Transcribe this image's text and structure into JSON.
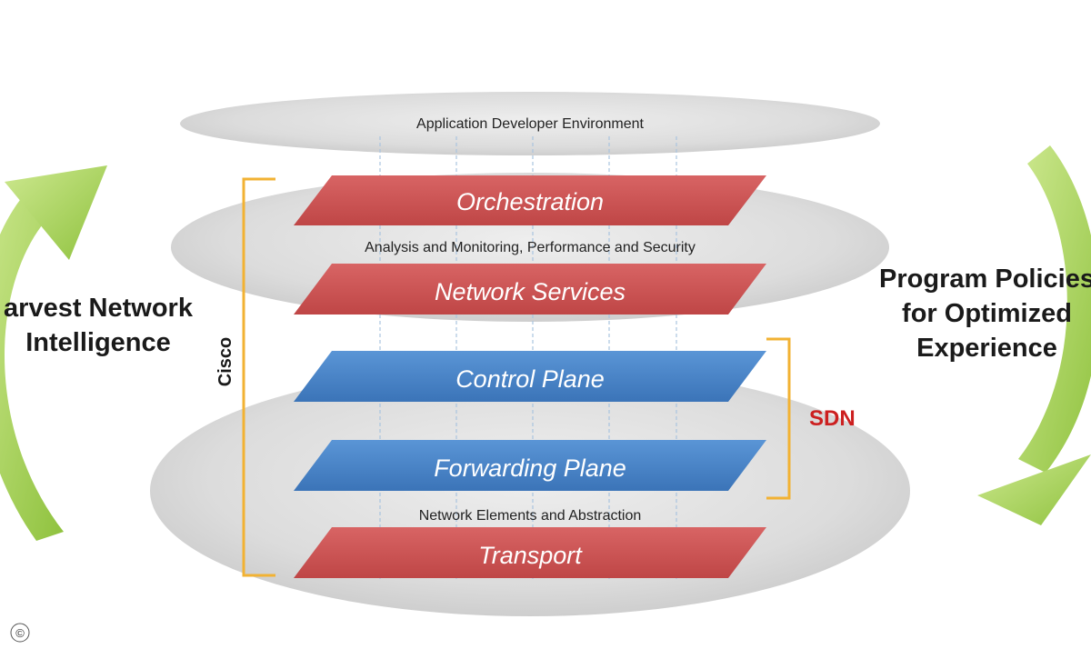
{
  "layers": {
    "app_env": "Application Developer Environment",
    "analysis": "Analysis and Monitoring, Performance and Security",
    "net_elements": "Network Elements and Abstraction",
    "orchestration": "Orchestration",
    "network_services": "Network Services",
    "control_plane": "Control Plane",
    "forwarding_plane": "Forwarding Plane",
    "transport": "Transport"
  },
  "brackets": {
    "cisco": "Cisco",
    "sdn": "SDN"
  },
  "left": {
    "line1": "arvest Network",
    "line2": "Intelligence"
  },
  "right": {
    "line1": "Program Policies",
    "line2": "for Optimized",
    "line3": "Experience"
  },
  "copyright": "©",
  "colors": {
    "red_layer": "#cf5656",
    "blue_layer": "#4a86c8",
    "ellipse": "#e0e0e0",
    "bracket": "#f2b233",
    "sdn_text": "#cc1f1f",
    "arrow_green": "#a8d35a"
  }
}
